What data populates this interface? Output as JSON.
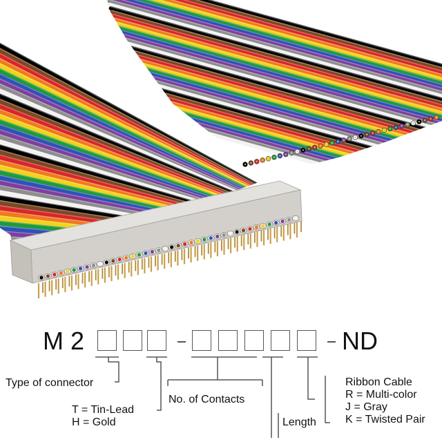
{
  "part_number": {
    "prefix_m": "M",
    "prefix_2": "2",
    "suffix": "ND"
  },
  "labels": {
    "connector_type": "Type of connector",
    "plating_tin": "T = Tin-Lead",
    "plating_gold": "H = Gold",
    "contacts": "No. of Contacts",
    "length": "Length",
    "cable_title": "Ribbon Cable",
    "cable_multicolor": "R = Multi-color",
    "cable_gray": "J = Gray",
    "cable_twisted": "K = Twisted Pair"
  },
  "colors": {
    "wires": [
      "#000000",
      "#7a4a22",
      "#d8262b",
      "#f07a1e",
      "#f3d21a",
      "#1f9a3c",
      "#2b54b5",
      "#7e3fa0",
      "#8e8e8e",
      "#f2f2f2"
    ],
    "connector": "#dcdad6",
    "pin": "#c9a04a",
    "line": "#555555"
  }
}
